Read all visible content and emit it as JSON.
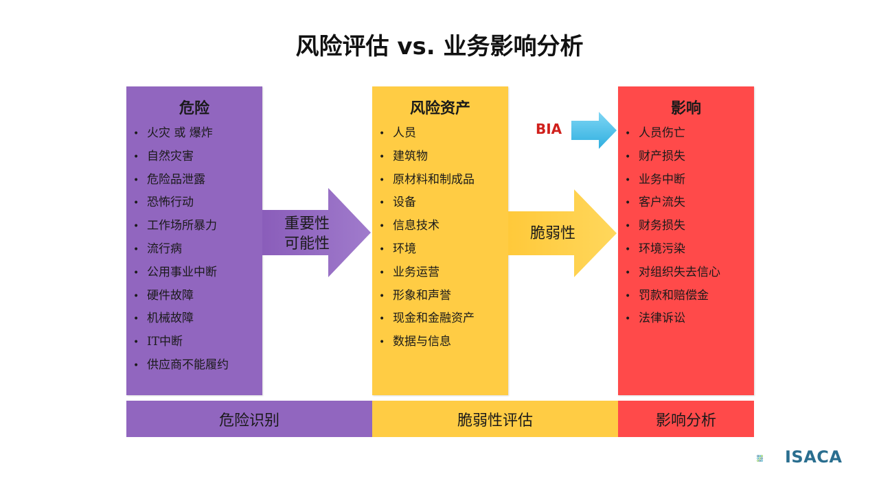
{
  "title": "风险评估 vs. 业务影响分析",
  "hazards": {
    "heading": "危险",
    "items": [
      "火灾 或 爆炸",
      "自然灾害",
      "危险品泄露",
      "恐怖行动",
      "工作场所暴力",
      "流行病",
      "公用事业中断",
      "硬件故障",
      "机械故障",
      "IT中断",
      "供应商不能履约"
    ]
  },
  "assets": {
    "heading": "风险资产",
    "items": [
      "人员",
      "建筑物",
      "原材料和制成品",
      "设备",
      "信息技术",
      "环境",
      "业务运营",
      "形象和声誉",
      "现金和金融资产",
      "数据与信息"
    ]
  },
  "impacts": {
    "heading": "影响",
    "items": [
      "人员伤亡",
      "财产损失",
      "业务中断",
      "客户流失",
      "财务损失",
      "环境污染",
      "对组织失去信心",
      "罚款和赔偿金",
      "法律诉讼"
    ]
  },
  "arrows": {
    "first_line1": "重要性",
    "first_line2": "可能性",
    "second": "脆弱性",
    "bia": "BIA"
  },
  "bottom": {
    "hazard_id": "危险识别",
    "vuln_assess": "脆弱性评估",
    "impact_analysis": "影响分析"
  },
  "logo": {
    "text": "ISACA"
  },
  "colors": {
    "purple": "#9166BF",
    "yellow": "#FFCC44",
    "red": "#FF4A4A",
    "bia_arrow": "#41BFEA",
    "bia_text": "#D0201C"
  },
  "bullet": "•"
}
